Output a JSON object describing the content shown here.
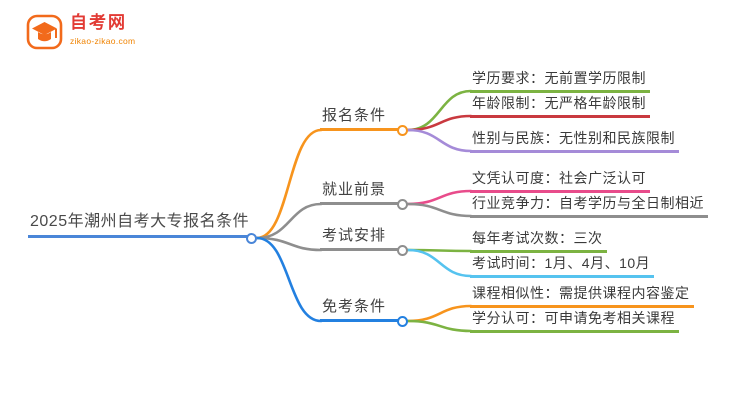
{
  "logo": {
    "site_name": "自考网",
    "site_url": "zikao-zikao.com",
    "brand_red": "#e23a34",
    "brand_orange": "#f26a1b"
  },
  "root": {
    "label": "2025年潮州自考大专报名条件",
    "color": "#4a86d8"
  },
  "branches": [
    {
      "label": "报名条件",
      "color": "#f7941d",
      "children": [
        {
          "label": "学历要求：无前置学历限制",
          "color": "#7cb342"
        },
        {
          "label": "年龄限制：无严格年龄限制",
          "color": "#c9393f"
        },
        {
          "label": "性别与民族：无性别和民族限制",
          "color": "#a58bd8"
        }
      ]
    },
    {
      "label": "就业前景",
      "color": "#8e8e8e",
      "children": [
        {
          "label": "文凭认可度：社会广泛认可",
          "color": "#e84c8b"
        },
        {
          "label": "行业竞争力：自考学历与全日制相近",
          "color": "#8e8e8e"
        }
      ]
    },
    {
      "label": "考试安排",
      "color": "#8e8e8e",
      "children": [
        {
          "label": "每年考试次数：三次",
          "color": "#7cb342"
        },
        {
          "label": "考试时间：1月、4月、10月",
          "color": "#56c3ef"
        }
      ]
    },
    {
      "label": "免考条件",
      "color": "#2380e0",
      "children": [
        {
          "label": "课程相似性：需提供课程内容鉴定",
          "color": "#f7941d"
        },
        {
          "label": "学分认可：可申请免考相关课程",
          "color": "#7cb342"
        }
      ]
    }
  ]
}
